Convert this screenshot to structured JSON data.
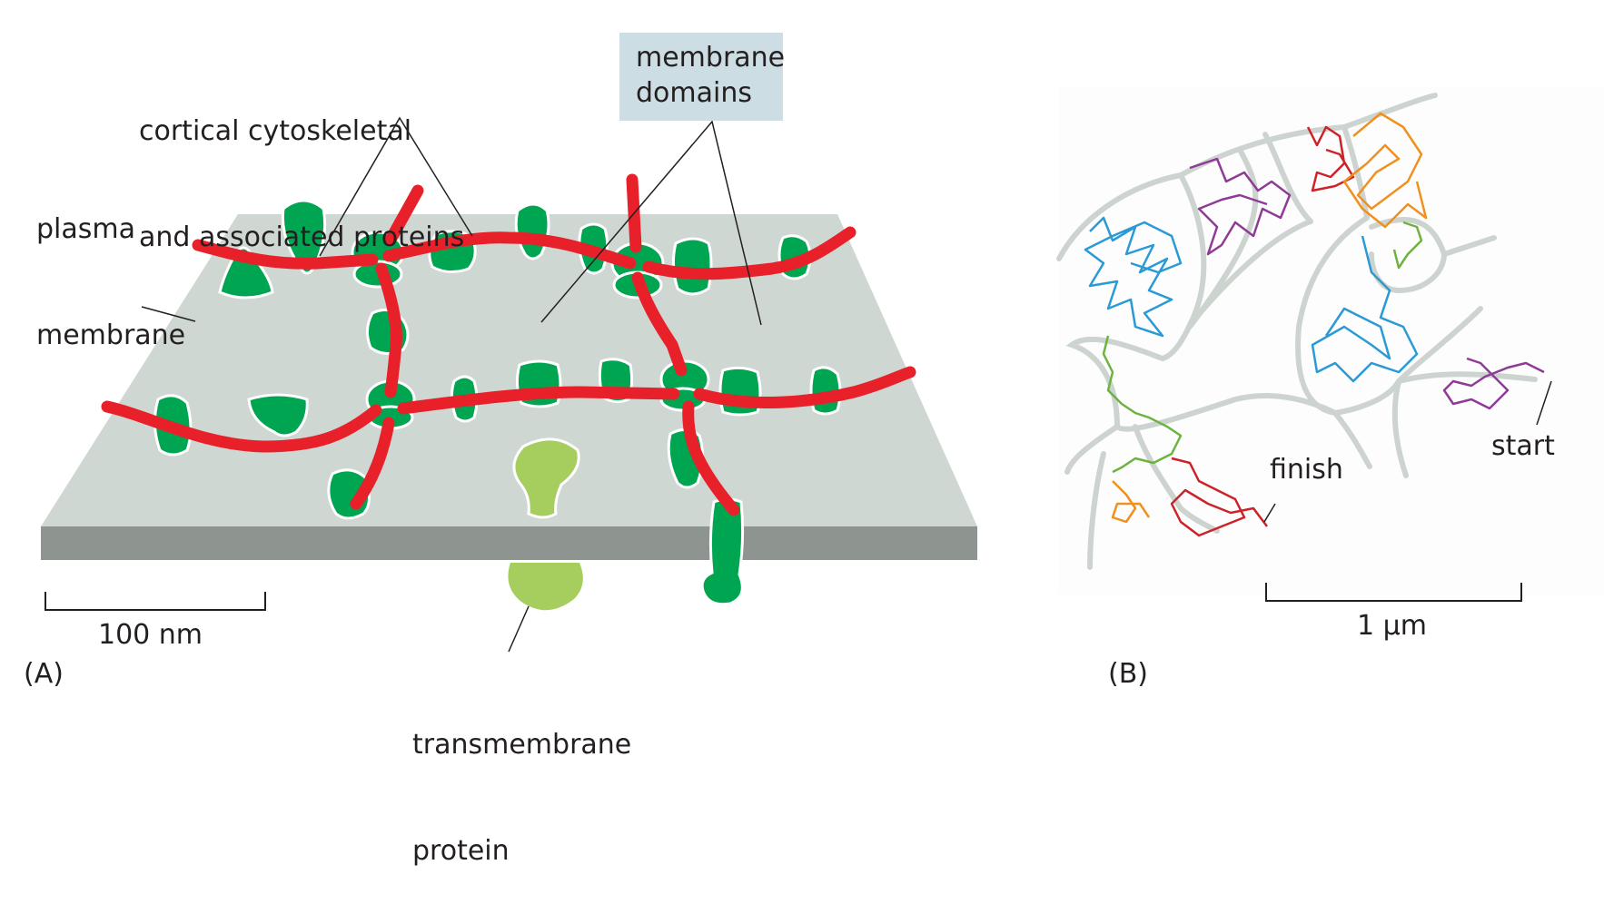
{
  "panel_a": {
    "panel_label": "(A)",
    "labels": {
      "cortical": [
        "cortical cytoskeletal",
        "and associated proteins"
      ],
      "membrane_domains": [
        "membrane",
        "domains"
      ],
      "plasma_membrane": [
        "plasma",
        "membrane"
      ],
      "transmembrane": [
        "transmembrane",
        "protein"
      ]
    },
    "scale_bar": "100 nm",
    "colors": {
      "membrane_top": "#cfd7d2",
      "membrane_edge": "#8e9490",
      "cytoskeleton": "#e8202a",
      "protein": "#00a551",
      "transmembrane_protein": "#a6ce5e",
      "domain_box": "#cddde4"
    }
  },
  "panel_b": {
    "panel_label": "(B)",
    "start_label": "start",
    "finish_label": "finish",
    "scale_bar": "1 µm",
    "trajectory_colors": [
      "#cc2229",
      "#f0901e",
      "#6cb33f",
      "#2a9ad6",
      "#8f3b96",
      "#cc2229",
      "#f0901e",
      "#6cb33f",
      "#2a9ad6",
      "#8f3b96"
    ],
    "boundary_color": "#cdd4d0"
  }
}
